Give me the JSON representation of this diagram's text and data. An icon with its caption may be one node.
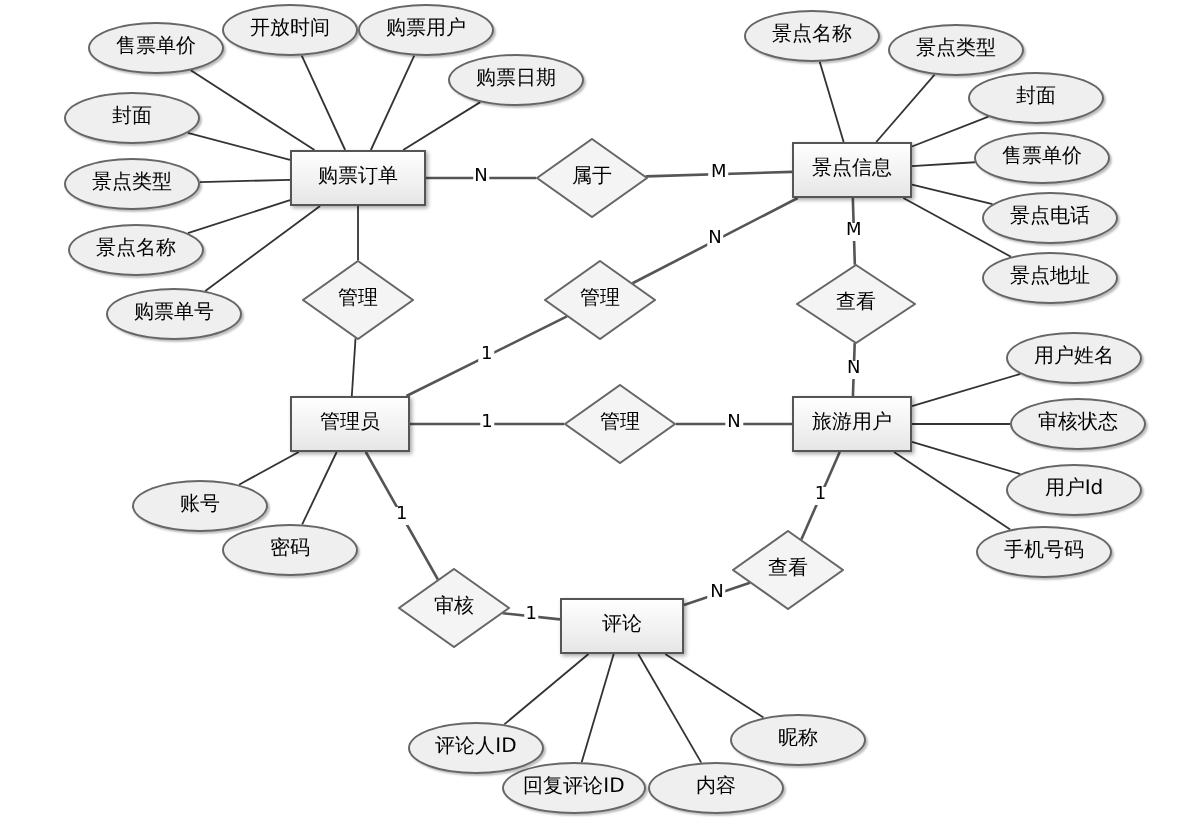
{
  "diagram": {
    "nodes": [
      {
        "text": [
          "购票订单"
        ]
      },
      {
        "text": [
          "售票单价"
        ]
      },
      {
        "text": [
          "开放时间"
        ]
      },
      {
        "text": [
          "购票用户"
        ]
      },
      {
        "text": [
          "购票日期"
        ]
      },
      {
        "text": [
          "封面"
        ]
      },
      {
        "text": [
          "景点类型"
        ]
      },
      {
        "text": [
          "景点名称"
        ]
      },
      {
        "text": [
          "购票单号"
        ]
      },
      {
        "text": [
          "景点信息"
        ]
      },
      {
        "text": [
          "景点名称"
        ]
      },
      {
        "text": [
          "景点类型"
        ]
      },
      {
        "text": [
          "封面"
        ]
      },
      {
        "text": [
          "售票单价"
        ]
      },
      {
        "text": [
          "景点电话"
        ]
      },
      {
        "text": [
          "景点地址"
        ]
      },
      {
        "text": [
          "属于"
        ]
      },
      {
        "text": [
          "管理"
        ]
      },
      {
        "text": [
          "管理"
        ]
      },
      {
        "text": [
          "查看"
        ]
      },
      {
        "text": [
          "管理员"
        ]
      },
      {
        "text": [
          "账号"
        ]
      },
      {
        "text": [
          "密码"
        ]
      },
      {
        "text": [
          "管理"
        ]
      },
      {
        "text": [
          "旅游用户"
        ]
      },
      {
        "text": [
          "用户姓名"
        ]
      },
      {
        "text": [
          "审核状态"
        ]
      },
      {
        "text": [
          "用户Id"
        ]
      },
      {
        "text": [
          "手机号码"
        ]
      },
      {
        "text": [
          "审核"
        ]
      },
      {
        "text": [
          "查看"
        ]
      },
      {
        "text": [
          "评论"
        ]
      },
      {
        "text": [
          "评论人ID"
        ]
      },
      {
        "text": [
          "回复评论ID"
        ]
      },
      {
        "text": [
          "内容"
        ]
      },
      {
        "text": [
          "昵称"
        ]
      }
    ],
    "edges": [
      {
        "from": 0,
        "to": 1,
        "arrow": "none"
      },
      {
        "from": 0,
        "to": 2,
        "arrow": "none"
      },
      {
        "from": 0,
        "to": 3,
        "arrow": "none"
      },
      {
        "from": 0,
        "to": 4,
        "arrow": "none"
      },
      {
        "from": 0,
        "to": 5,
        "arrow": "none"
      },
      {
        "from": 0,
        "to": 6,
        "arrow": "none"
      },
      {
        "from": 0,
        "to": 7,
        "arrow": "none"
      },
      {
        "from": 0,
        "to": 8,
        "arrow": "none"
      },
      {
        "from": 9,
        "to": 10,
        "arrow": "none"
      },
      {
        "from": 9,
        "to": 11,
        "arrow": "none"
      },
      {
        "from": 9,
        "to": 12,
        "arrow": "none"
      },
      {
        "from": 9,
        "to": 13,
        "arrow": "none"
      },
      {
        "from": 9,
        "to": 14,
        "arrow": "none"
      },
      {
        "from": 9,
        "to": 15,
        "arrow": "none"
      },
      {
        "from": 0,
        "to": 16,
        "label": "N",
        "arrow": "none"
      },
      {
        "from": 16,
        "to": 9,
        "label": "M",
        "arrow": "none"
      },
      {
        "from": 0,
        "to": 17,
        "arrow": "none"
      },
      {
        "from": 17,
        "to": 20,
        "arrow": "none"
      },
      {
        "from": 20,
        "to": 18,
        "label": "1",
        "arrow": "none"
      },
      {
        "from": 18,
        "to": 9,
        "label": "N",
        "arrow": "none"
      },
      {
        "from": 9,
        "to": 19,
        "label": "M",
        "arrow": "none"
      },
      {
        "from": 19,
        "to": 24,
        "label": "N",
        "arrow": "none"
      },
      {
        "from": 20,
        "to": 21,
        "arrow": "none"
      },
      {
        "from": 20,
        "to": 22,
        "arrow": "none"
      },
      {
        "from": 20,
        "to": 23,
        "label": "1",
        "arrow": "none"
      },
      {
        "from": 23,
        "to": 24,
        "label": "N",
        "arrow": "none"
      },
      {
        "from": 24,
        "to": 25,
        "arrow": "none"
      },
      {
        "from": 24,
        "to": 26,
        "arrow": "none"
      },
      {
        "from": 24,
        "to": 27,
        "arrow": "none"
      },
      {
        "from": 24,
        "to": 28,
        "arrow": "none"
      },
      {
        "from": 20,
        "to": 29,
        "label": "1",
        "arrow": "none"
      },
      {
        "from": 29,
        "to": 31,
        "label": "1",
        "arrow": "none"
      },
      {
        "from": 24,
        "to": 30,
        "label": "1",
        "arrow": "none"
      },
      {
        "from": 30,
        "to": 31,
        "label": "N",
        "arrow": "none"
      },
      {
        "from": 31,
        "to": 32,
        "arrow": "none"
      },
      {
        "from": 31,
        "to": 33,
        "arrow": "none"
      },
      {
        "from": 31,
        "to": 34,
        "arrow": "none"
      },
      {
        "from": 31,
        "to": 35,
        "arrow": "none"
      }
    ]
  }
}
